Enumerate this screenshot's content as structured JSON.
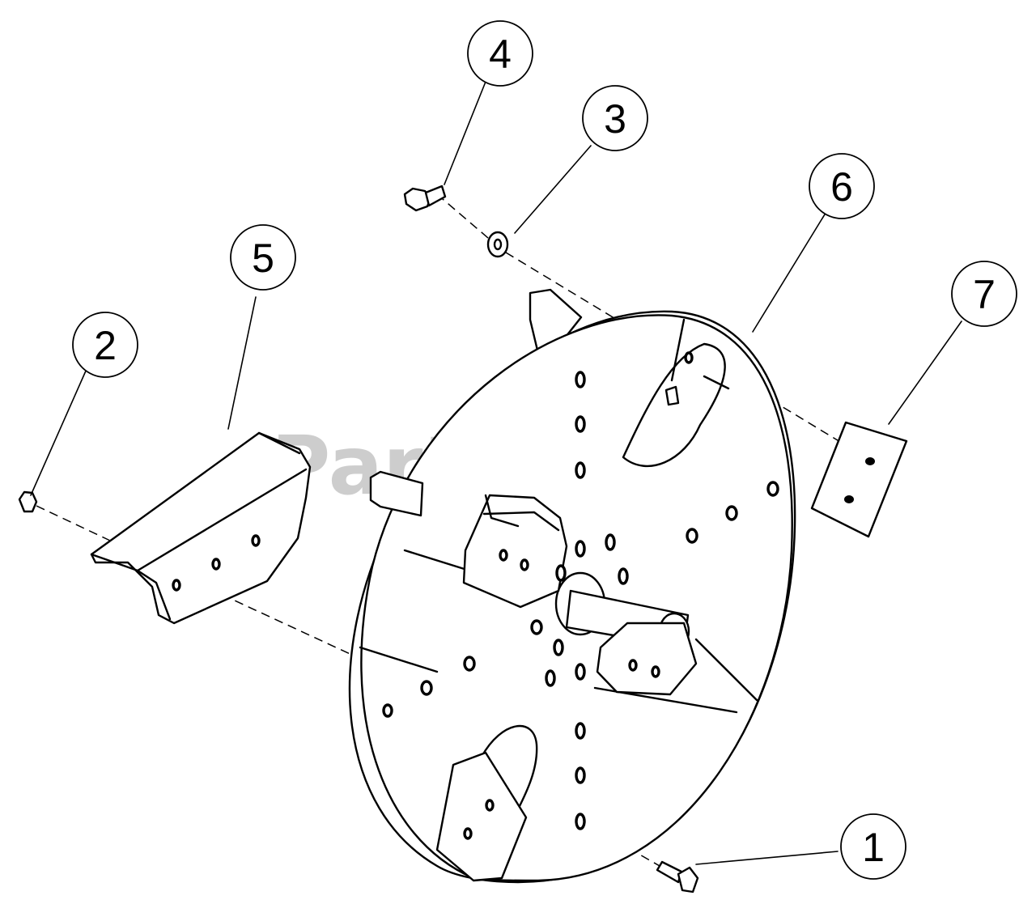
{
  "watermark": {
    "text": "PartsTree",
    "trademark": "™"
  },
  "callouts": [
    {
      "id": "1",
      "label": "1"
    },
    {
      "id": "2",
      "label": "2"
    },
    {
      "id": "3",
      "label": "3"
    },
    {
      "id": "4",
      "label": "4"
    },
    {
      "id": "5",
      "label": "5"
    },
    {
      "id": "6",
      "label": "6"
    },
    {
      "id": "7",
      "label": "7"
    }
  ]
}
